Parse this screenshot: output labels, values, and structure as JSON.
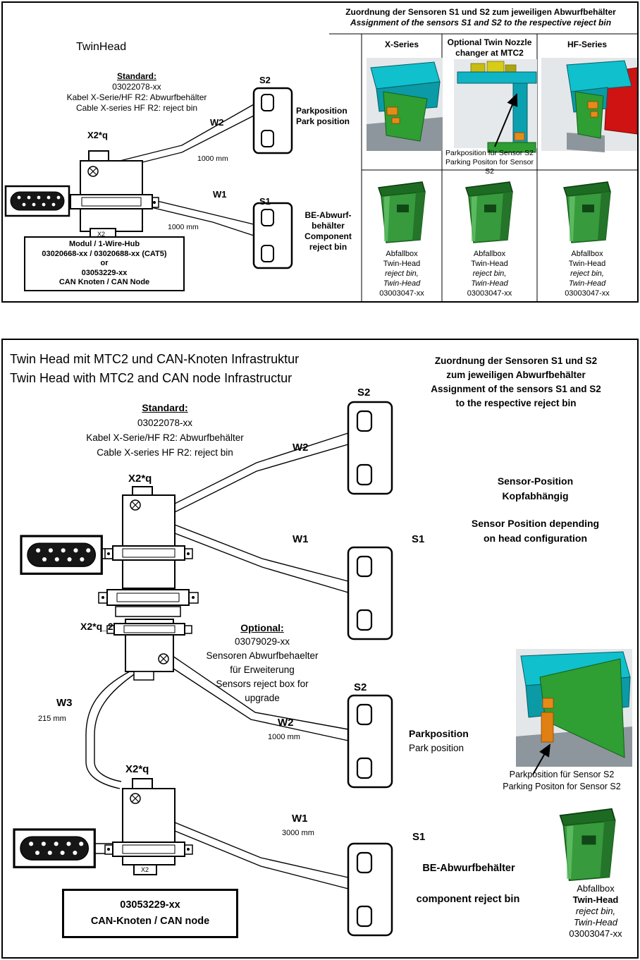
{
  "shared": {
    "bin_caption": [
      "Abfallbox",
      "Twin-Head",
      "reject bin,",
      "Twin-Head",
      "03003047-xx"
    ],
    "sensor_s1": "S1",
    "sensor_s2": "S2",
    "x2q": "X2*q",
    "x2": "X2",
    "w1": "W1",
    "w2": "W2",
    "w3": "W3",
    "len_1000": "1000 mm",
    "park_de": "Parkposition",
    "park_en": "Park position",
    "parkpos_s2_de": "Parkposition für Sensor S2",
    "parkpos_s2_en": "Parking Positon for Sensor S2",
    "standard": {
      "label": "Standard:",
      "part": "03022078-xx",
      "de": "Kabel X-Serie/HF R2: Abwurfbehälter",
      "en": "Cable X-series HF R2: reject bin"
    }
  },
  "top": {
    "header_de": "Zuordnung der Sensoren S1 und S2 zum jeweiligen Abwurfbehälter",
    "header_en": "Assignment of the sensors S1 and S2 to the respective reject bin",
    "title": "TwinHead",
    "s1_caption": [
      "BE-Abwurf-",
      "behälter",
      "Component",
      "reject bin"
    ],
    "module_box": [
      "Modul / 1-Wire-Hub",
      "03020668-xx / 03020688-xx (CAT5)",
      "or",
      "03053229-xx",
      "CAN Knoten / CAN Node"
    ],
    "columns": [
      "X-Series",
      "Optional Twin Nozzle changer at MTC2",
      "HF-Series"
    ]
  },
  "bottom": {
    "title_de": "Twin Head mit MTC2 und CAN-Knoten Infrastruktur",
    "title_en": "Twin Head with MTC2 and CAN node Infrastructur",
    "header": [
      "Zuordnung der Sensoren S1 und S2",
      "zum jeweiligen Abwurfbehälter",
      "Assignment of the sensors S1 and S2",
      "to the respective reject bin"
    ],
    "sensor_position_de": [
      "Sensor-Position",
      "Kopfabhängig"
    ],
    "sensor_position_en": [
      "Sensor Position depending",
      "on head configuration"
    ],
    "optional": [
      "Optional:",
      "03079029-xx",
      "Sensoren Abwurfbehaelter",
      "für Erweiterung",
      "Sensors reject box for",
      "upgrade"
    ],
    "x2q_2": "X2*q_2",
    "len_215": "215 mm",
    "len_3000": "3000 mm",
    "be_de": "BE-Abwurfbehälter",
    "be_en": "component reject bin",
    "can_box": [
      "03053229-xx",
      "CAN-Knoten / CAN node"
    ]
  }
}
